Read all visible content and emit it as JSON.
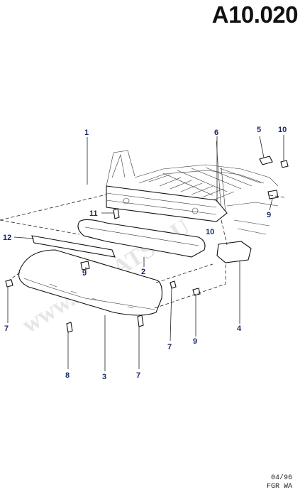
{
  "header": {
    "code": "A10.020"
  },
  "watermark": "www.ETCATS.RU",
  "footer": {
    "date": "04/96",
    "code": "FGR WA"
  },
  "callouts": {
    "c1": "1",
    "c2": "2",
    "c3": "3",
    "c4": "4",
    "c5": "5",
    "c6": "6",
    "c7a": "7",
    "c7b": "7",
    "c7c": "7",
    "c8": "8",
    "c9a": "9",
    "c9b": "9",
    "c9c": "9",
    "c10": "10",
    "c10b": "10",
    "c11": "11",
    "c12": "12"
  },
  "colors": {
    "callout": "#1b2a6b",
    "line": "#222222"
  }
}
